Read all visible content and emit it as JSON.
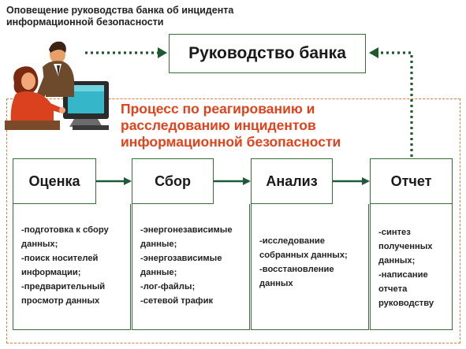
{
  "caption": "Оповещение руководства банка об инцидента информационной безопасности",
  "management_box": "Руководство банка",
  "process_title": "Процесс по реагированию и расследованию инцидентов информационной безопасности",
  "stages": [
    {
      "title": "Оценка",
      "items": [
        "-подготовка к сбору данных;",
        "-поиск носителей информации;",
        "-предварительный просмотр данных"
      ]
    },
    {
      "title": "Сбор",
      "items": [
        "-энергонезависимые данные;",
        "-энергозависимые данные;",
        "-лог-файлы;",
        "-сетевой трафик"
      ]
    },
    {
      "title": "Анализ",
      "items": [
        "-исследование собранных данных;",
        "-восстановление данных"
      ]
    },
    {
      "title": "Отчет",
      "items": [
        "-синтез полученных данных;",
        "-написание отчета руководству"
      ]
    }
  ],
  "colors": {
    "box_border": "#3a6b3a",
    "arrow": "#1e5a3a",
    "dotted_arrow": "#1f5a2e",
    "process_frame": "#e07a3f",
    "process_title": "#e2421b"
  },
  "illustration": "office-workers-at-computer-clipart"
}
